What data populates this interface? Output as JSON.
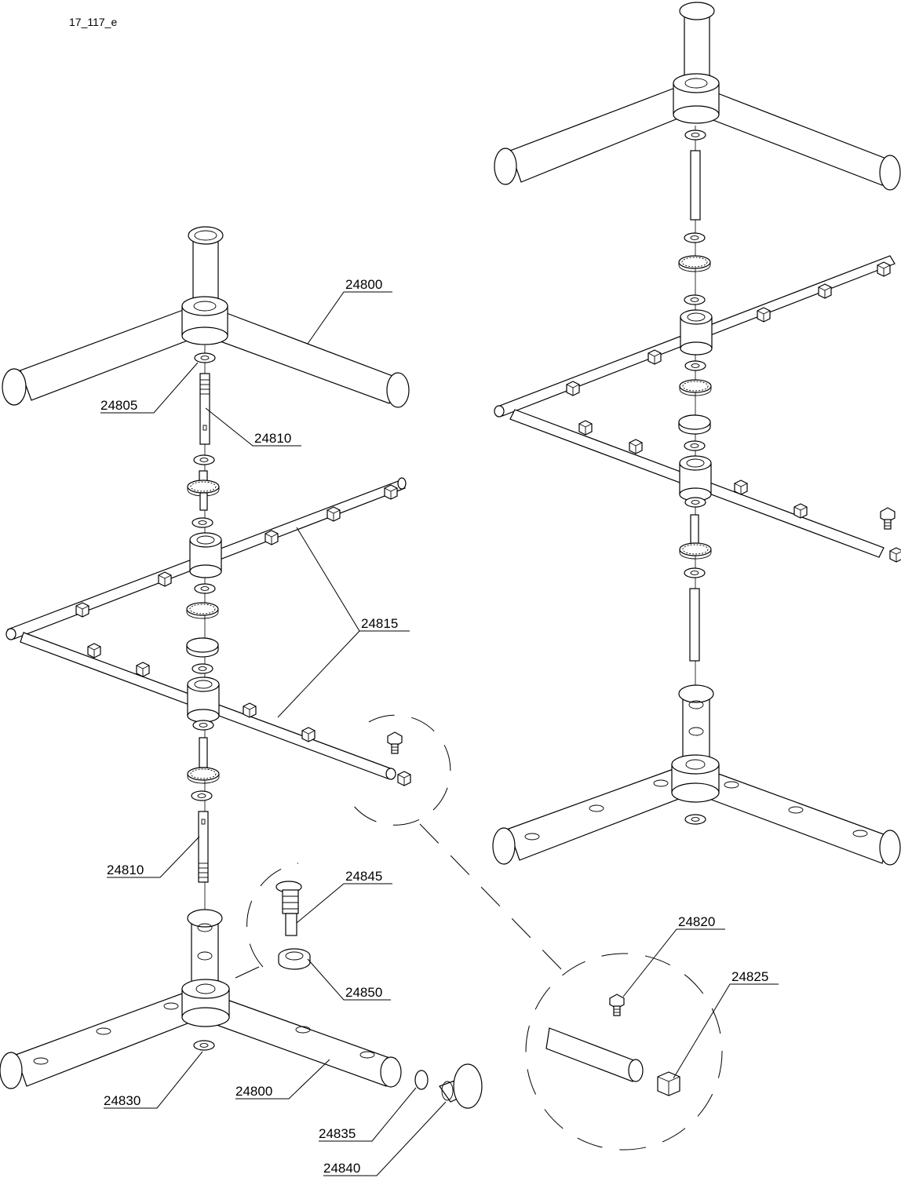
{
  "drawing_ref": "17_117_e",
  "callouts": [
    {
      "id": "c-24800-top",
      "number": "24800"
    },
    {
      "id": "c-24805",
      "number": "24805"
    },
    {
      "id": "c-24810-top",
      "number": "24810"
    },
    {
      "id": "c-24815",
      "number": "24815"
    },
    {
      "id": "c-24810-bottom",
      "number": "24810"
    },
    {
      "id": "c-24845",
      "number": "24845"
    },
    {
      "id": "c-24850",
      "number": "24850"
    },
    {
      "id": "c-24830",
      "number": "24830"
    },
    {
      "id": "c-24800-bottom",
      "number": "24800"
    },
    {
      "id": "c-24835",
      "number": "24835"
    },
    {
      "id": "c-24840",
      "number": "24840"
    },
    {
      "id": "c-24820",
      "number": "24820"
    },
    {
      "id": "c-24825",
      "number": "24825"
    }
  ]
}
